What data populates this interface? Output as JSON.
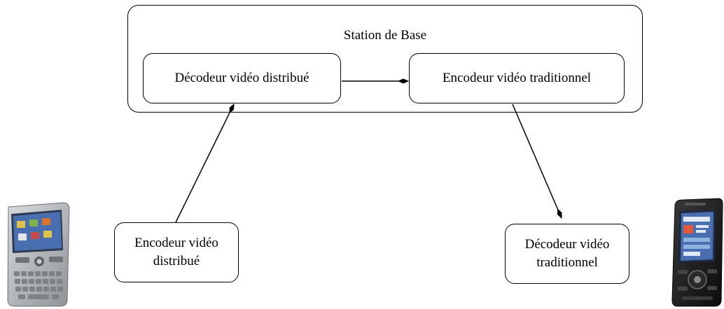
{
  "diagram": {
    "station": {
      "title": "Station de Base"
    },
    "nodes": {
      "decodeur_distribue": "Décodeur vidéo distribué",
      "encodeur_traditionnel": "Encodeur vidéo traditionnel",
      "encodeur_distribue": "Encodeur vidéo\ndistribué",
      "decodeur_traditionnel": "Décodeur vidéo\ntraditionnel"
    },
    "edges": [
      {
        "from": "decodeur_distribue",
        "to": "encodeur_traditionnel"
      },
      {
        "from": "encodeur_distribue",
        "to": "decodeur_distribue"
      },
      {
        "from": "encodeur_traditionnel",
        "to": "decodeur_traditionnel"
      }
    ],
    "devices": {
      "left": {
        "icon": "smartphone-qwerty-icon"
      },
      "right": {
        "icon": "smartphone-slider-icon"
      }
    },
    "colors": {
      "stroke": "#000000",
      "background": "#ffffff",
      "phone_left_body": "#b8bcc0",
      "phone_right_body": "#1a1a1a",
      "phone_screen": "#4a6fb0"
    }
  }
}
